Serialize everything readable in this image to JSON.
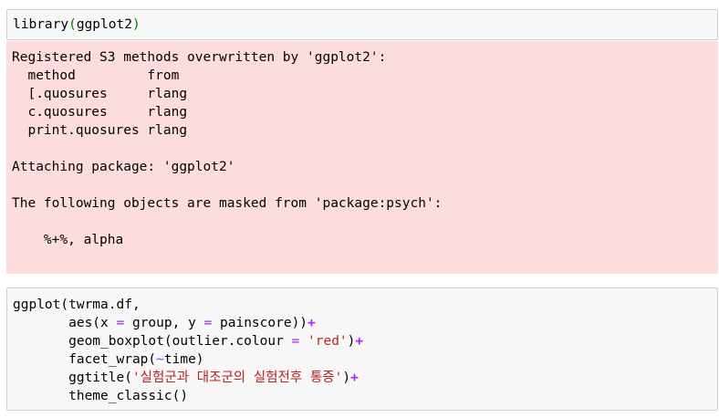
{
  "cell1": {
    "code_fn": "library",
    "code_open": "(",
    "code_arg": "ggplot2",
    "code_close": ")"
  },
  "output1": {
    "lines": [
      "Registered S3 methods overwritten by 'ggplot2':",
      "  method         from ",
      "  [.quosures     rlang",
      "  c.quosures     rlang",
      "  print.quosures rlang",
      "",
      "Attaching package: 'ggplot2'",
      "",
      "The following objects are masked from 'package:psych':",
      "",
      "    %+%, alpha"
    ]
  },
  "cell2": {
    "l1": "ggplot(twrma.df,",
    "l2_a": "       aes(x ",
    "l2_eq1": "=",
    "l2_b": " group, y ",
    "l2_eq2": "=",
    "l2_c": " painscore))",
    "l2_plus": "+",
    "l3_a": "       geom_boxplot(outlier.colour ",
    "l3_eq": "=",
    "l3_sp": " ",
    "l3_str": "'red'",
    "l3_close": ")",
    "l3_plus": "+",
    "l4_a": "       facet_wrap(",
    "l4_tilde": "~",
    "l4_b": "time)",
    "l5_a": "       ggtitle(",
    "l5_str": "'실험군과 대조군의 실험전후 통증'",
    "l5_close": ")",
    "l5_plus": "+",
    "l6": "       theme_classic()"
  }
}
